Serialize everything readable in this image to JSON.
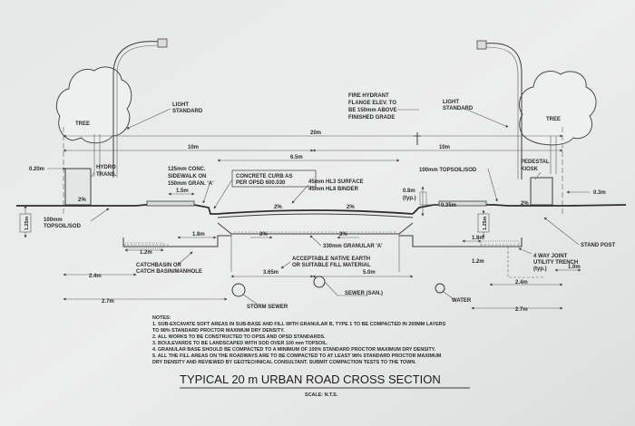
{
  "labels": {
    "tree_left": "TREE",
    "tree_right": "TREE",
    "light_left": [
      "LIGHT",
      "STANDARD"
    ],
    "light_right": [
      "LIGHT",
      "STANDARD"
    ],
    "fire_hydrant": [
      "FIRE HYDRANT",
      "FLANGE ELEV. TO",
      "BE 150mm ABOVE",
      "FINISHED GRADE"
    ],
    "row_width": "20m",
    "half_left": "10m",
    "half_right": "10m",
    "lane_width": "6.5m",
    "offset_left": "0.20m",
    "offset_right": "0.3m",
    "hydro_trans": [
      "HYDRO",
      "TRANS."
    ],
    "sidewalk": [
      "125mm CONC.",
      "SIDEWALK ON",
      "150mm GRAN. 'A'"
    ],
    "sidewalk_width": "1.5m",
    "curb": [
      "CONCRETE CURB AS",
      "PER OPSD 600.030"
    ],
    "asphalt": [
      "45mm HL3 SURFACE",
      "45mm HL8 BINDER"
    ],
    "topsoil_right": "100mm TOPSOIL/SOD",
    "pedestal": [
      "PEDESTAL",
      "KIOSK"
    ],
    "slope_2_left": "2%",
    "slope_2_road_l": "2%",
    "slope_2_road_r": "2%",
    "slope_2_right": "2%",
    "slope_3_left": "3%",
    "slope_3_right": "3%",
    "depth_08": [
      "0.8m",
      "(typ.)"
    ],
    "depth_035": "0.35m",
    "depth_125_left": "1.25m",
    "depth_125_right": "1.25m",
    "topsoil_left": [
      "100mm",
      "TOPSOIL/SOD"
    ],
    "dim_18_left": "1.8m",
    "dim_18_right": "1.8m",
    "dim_12_left": "1.2m",
    "dim_12_right": "1.2m",
    "granular": "330mm GRANULAR 'A'",
    "native_earth": [
      "ACCEPTABLE NATIVE EARTH",
      "OR SUITABLE FILL MATERIAL"
    ],
    "dim_50": "5.0m",
    "dim_365": "3.65m",
    "catch_basin": [
      "CATCHBASIN OR",
      "CATCH BASIN/MANHOLE"
    ],
    "dim_24_left": "2.4m",
    "dim_24_right": "2.4m",
    "dim_27_left": "2.7m",
    "dim_27_right": "2.7m",
    "utility": [
      "4 WAY JOINT",
      "UTILITY TRENCH",
      "(typ.)"
    ],
    "dim_10": "1.0m",
    "stand_post": "STAND POST",
    "sewer_san": "SEWER (SAN.)",
    "water": "WATER",
    "storm_sewer": "STORM SEWER"
  },
  "notes": {
    "heading": "NOTES:",
    "items": [
      "1. SUB-EXCAVATE SOFT AREAS IN SUB-BASE AND FILL WITH GRANULAR B, TYPE 1 TO BE COMPACTED IN 200MM LAYERS",
      "    TO 98% STANDARD PROCTOR MAXIMUM DRY DENSITY.",
      "2. ALL WORKS TO BE CONSTRUCTED TO OPSS AND OPSD STANDARDS.",
      "3. BOULEVARDS TO BE LANDSCAPED WITH SOD OVER 100 mm TOPSOIL.",
      "4. GRANULAR BASE SHOULD BE COMPACTED TO A MINIMUM OF 100% STANDARD PROCTOR MAXIMUM DRY DENSITY.",
      "5. ALL THE FILL AREAS ON THE ROADWAYS ARE TO BE COMPACTED TO AT LEAST 98% STANDARD PROCTOR MAXIMUM",
      "    DRY DENSITY AND REVIEWED BY GEOTECHNICAL CONSULTANT. SUBMIT COMPACTION TESTS TO THE TOWN."
    ]
  },
  "title": "TYPICAL 20 m URBAN ROAD CROSS SECTION",
  "scale": "SCALE: N.T.S."
}
